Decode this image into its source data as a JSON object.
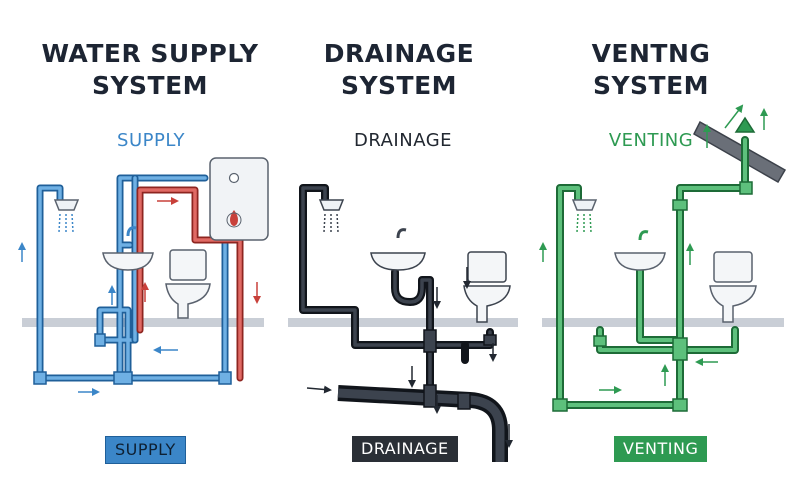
{
  "columns": {
    "supply": {
      "title_line1": "WATER SUPPLY",
      "title_line2": "SYSTEM",
      "label": "SUPPLY",
      "badge": "SUPPLY",
      "color": "#3b86c8",
      "hot_color": "#c8403a"
    },
    "drainage": {
      "title_line1": "DRAINAGE",
      "title_line2": "SYSTEM",
      "label": "DRAINAGE",
      "badge": "DRAINAGE",
      "color": "#222831"
    },
    "venting": {
      "title_line1": "VENTNG",
      "title_line2": "SYSTEM",
      "label": "VENTING",
      "badge": "VENTING",
      "color": "#2e9a52"
    }
  },
  "colors": {
    "title": "#1d2533",
    "floor": "#c9ced6",
    "fixture_outline": "#6e7682",
    "arrow_supply": "#3b86c8",
    "arrow_hot": "#c8403a",
    "arrow_dark": "#222831",
    "arrow_green": "#2e9a52"
  },
  "icons": [
    "shower-head-icon",
    "sink-icon",
    "toilet-icon",
    "water-heater-icon",
    "vent-cap-icon",
    "flow-arrow-icon"
  ]
}
